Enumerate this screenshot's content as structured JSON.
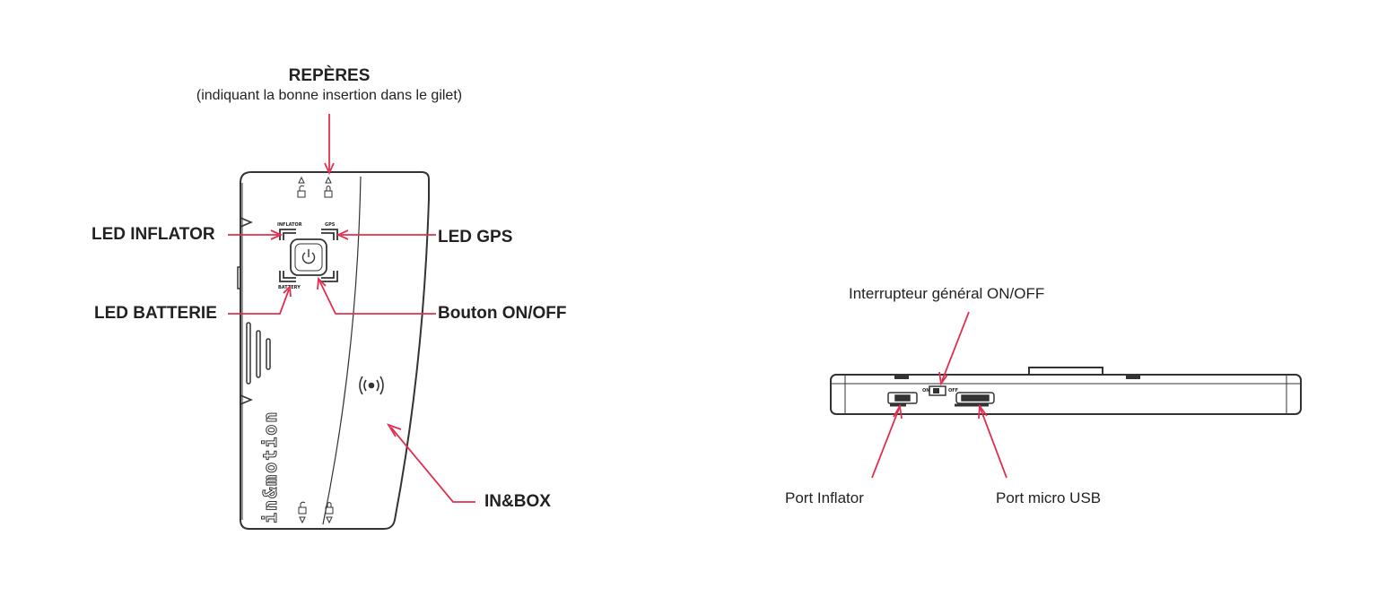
{
  "front_view": {
    "reperes_title": "REPÈRES",
    "reperes_subtitle": "(indiquant la bonne insertion dans le gilet)",
    "led_inflator": "LED INFLATOR",
    "led_gps": "LED GPS",
    "led_batterie": "LED BATTERIE",
    "bouton_on_off": "Bouton ON/OFF",
    "inbox": "IN&BOX",
    "device_text": {
      "inflator": "INFLATOR",
      "gps": "GPS",
      "battery": "BATTERY",
      "brand_logo": "in&motion"
    }
  },
  "side_view": {
    "interrupteur": "Interrupteur général ON/OFF",
    "port_inflator": "Port Inflator",
    "port_micro_usb": "Port micro USB",
    "switch_text": {
      "on": "ON",
      "off": "OFF"
    }
  },
  "colors": {
    "callout": "#e0304f",
    "outline": "#333333",
    "text": "#222222"
  },
  "icons": [
    "power-icon",
    "nfc-wave-icon",
    "lock-icon",
    "unlock-icon",
    "triangle-marker-icon"
  ]
}
